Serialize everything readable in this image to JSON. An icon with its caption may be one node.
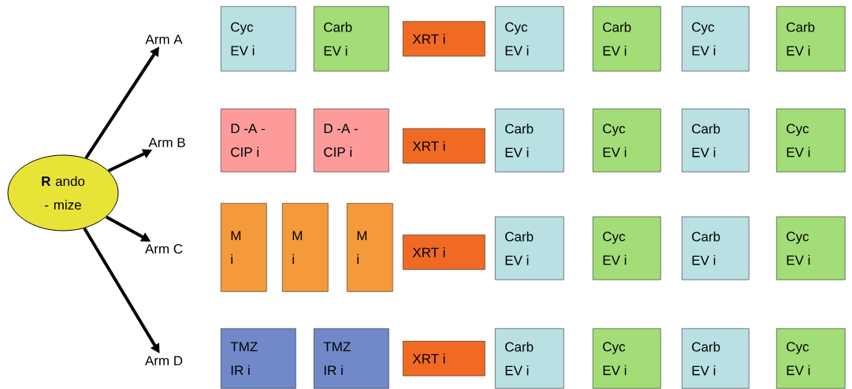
{
  "diagram": {
    "nodes": [
      {
        "text": [
          "**R** ando - mize"
        ]
      },
      {
        "text": [
          "Arm A"
        ]
      },
      {
        "text": [
          "Cyc EV i"
        ]
      },
      {
        "text": [
          "Carb EV i"
        ]
      },
      {
        "text": [
          "XRT i"
        ]
      },
      {
        "text": [
          "Cyc EV i"
        ]
      },
      {
        "text": [
          "Carb EV i"
        ]
      },
      {
        "text": [
          "Cyc EV i"
        ]
      },
      {
        "text": [
          "Carb EV i"
        ]
      },
      {
        "text": [
          "Arm B"
        ]
      },
      {
        "text": [
          "D -A - CIP i"
        ]
      },
      {
        "text": [
          "D -A - CIP i"
        ]
      },
      {
        "text": [
          "XRT i"
        ]
      },
      {
        "text": [
          "Carb EV i"
        ]
      },
      {
        "text": [
          "Cyc EV i"
        ]
      },
      {
        "text": [
          "Carb EV i"
        ]
      },
      {
        "text": [
          "Cyc EV i"
        ]
      },
      {
        "text": [
          "Arm C"
        ]
      },
      {
        "text": [
          "M i"
        ]
      },
      {
        "text": [
          "M i"
        ]
      },
      {
        "text": [
          "M i"
        ]
      },
      {
        "text": [
          "XRT i"
        ]
      },
      {
        "text": [
          "Carb EV i"
        ]
      },
      {
        "text": [
          "Cyc EV i"
        ]
      },
      {
        "text": [
          "Carb EV i"
        ]
      },
      {
        "text": [
          "Cyc EV i"
        ]
      },
      {
        "text": [
          "Arm D"
        ]
      },
      {
        "text": [
          "TMZ IR i"
        ]
      },
      {
        "text": [
          "TMZ IR i"
        ]
      },
      {
        "text": [
          "XRT i"
        ]
      },
      {
        "text": [
          "Carb EV i"
        ]
      },
      {
        "text": [
          "Cyc EV i"
        ]
      },
      {
        "text": [
          "Carb EV i"
        ]
      },
      {
        "text": [
          "Cyc EV i"
        ]
      }
    ],
    "edges": [
      {
        "from": 0,
        "to": 1,
        "arrow": "to"
      },
      {
        "from": 0,
        "to": 9,
        "arrow": "to"
      },
      {
        "from": 0,
        "to": 17,
        "arrow": "to"
      },
      {
        "from": 0,
        "to": 26,
        "arrow": "to"
      }
    ]
  }
}
